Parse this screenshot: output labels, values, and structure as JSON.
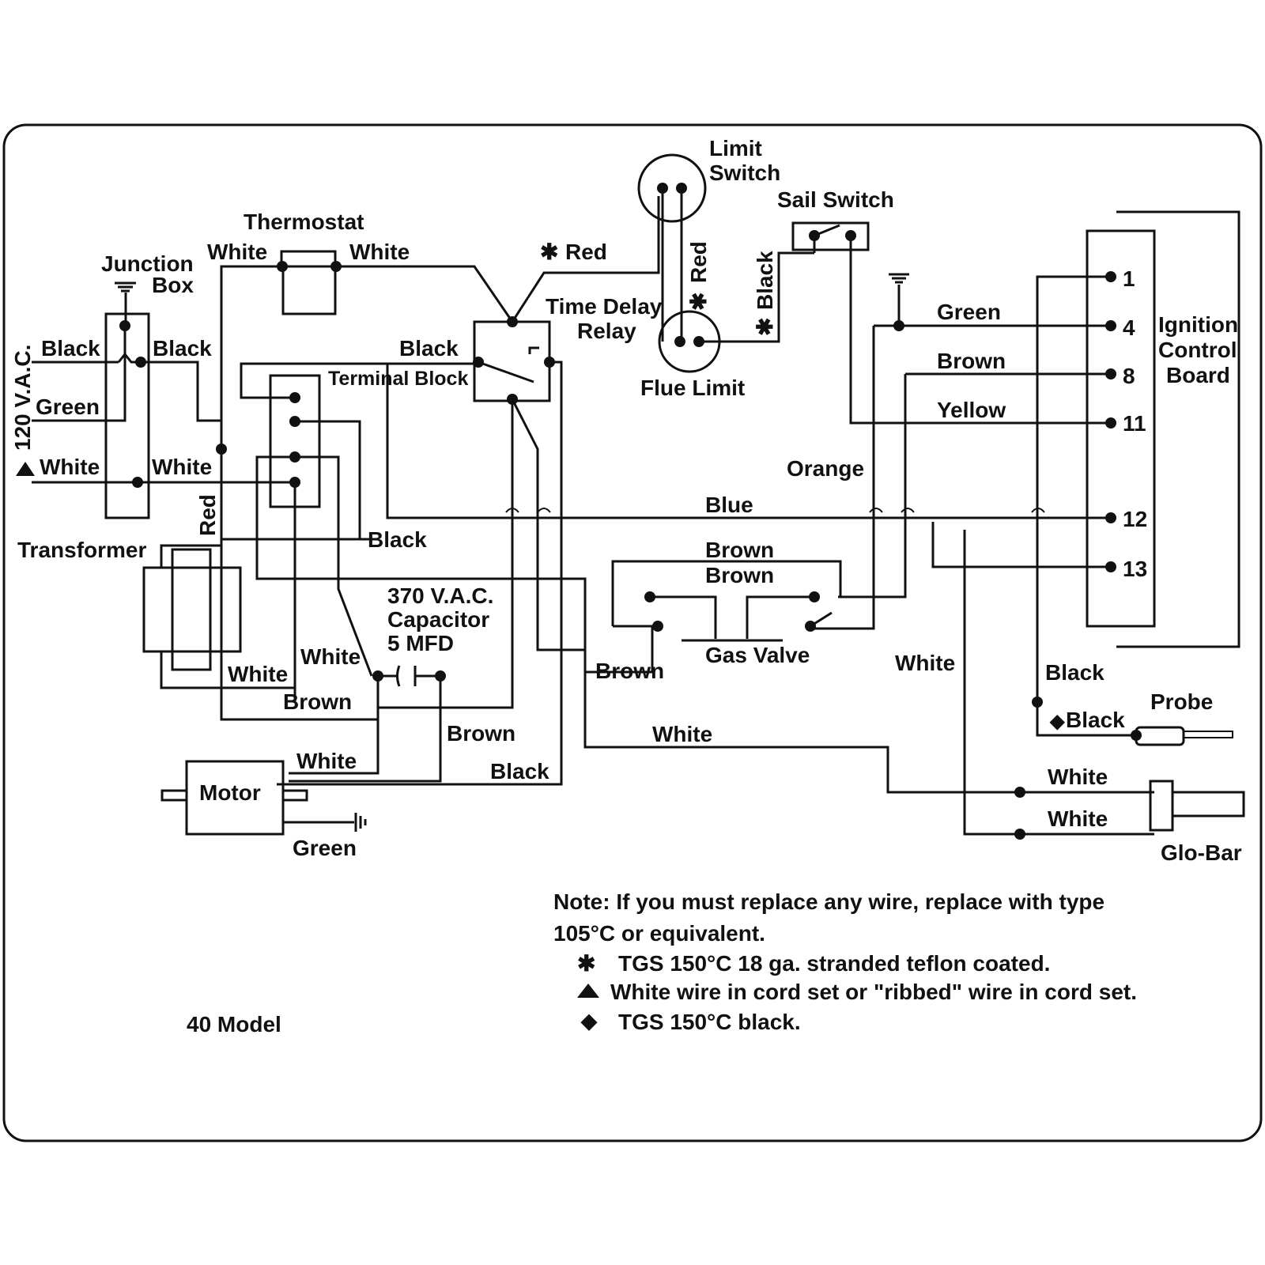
{
  "components": {
    "thermostat": "Thermostat",
    "junction_box_1": "Junction",
    "junction_box_2": "Box",
    "limit_switch_1": "Limit",
    "limit_switch_2": "Switch",
    "sail_switch": "Sail Switch",
    "time_delay_relay_1": "Time Delay",
    "time_delay_relay_2": "Relay",
    "flue_limit": "Flue Limit",
    "terminal_block": "Terminal Block",
    "transformer": "Transformer",
    "capacitor_1": "370 V.A.C.",
    "capacitor_2": "Capacitor",
    "capacitor_3": "5 MFD",
    "gas_valve": "Gas Valve",
    "motor": "Motor",
    "ignition_board_1": "Ignition",
    "ignition_board_2": "Control",
    "ignition_board_3": "Board",
    "probe": "Probe",
    "glo_bar": "Glo-Bar",
    "voltage": "120 V.A.C."
  },
  "wire_labels": {
    "jb_black_left": "Black",
    "jb_black_right": "Black",
    "jb_green": "Green",
    "jb_white_left": "White",
    "jb_white_right": "White",
    "thermo_white_left": "White",
    "thermo_white_right": "White",
    "red_star": "Red",
    "relay_black": "Black",
    "limit_red": "Red",
    "sail_black": "Black",
    "red_vertical": "Red",
    "black_mid": "Black",
    "white_transformer": "White",
    "white_cap": "White",
    "brown_transformer": "Brown",
    "brown_cap": "Brown",
    "white_motor": "White",
    "black_motor": "Black",
    "green_motor": "Green",
    "brown_gasvalve_left": "Brown",
    "brown_top1": "Brown",
    "brown_top2": "Brown",
    "white_bottom": "White",
    "blue": "Blue",
    "orange": "Orange",
    "green_board": "Green",
    "brown_board": "Brown",
    "yellow_board": "Yellow",
    "white_board": "White",
    "black_board": "Black",
    "black_probe": "Black",
    "white_glo1": "White",
    "white_glo2": "White"
  },
  "terminals": [
    "1",
    "4",
    "8",
    "11",
    "12",
    "13"
  ],
  "notes": {
    "line1": "Note: If you must replace any wire, replace with type",
    "line2": "105°C or equivalent.",
    "star": "TGS 150°C 18 ga. stranded teflon coated.",
    "triangle": "White wire in cord set or \"ribbed\" wire in cord set.",
    "diamond": "TGS 150°C black."
  },
  "model": "40 Model"
}
